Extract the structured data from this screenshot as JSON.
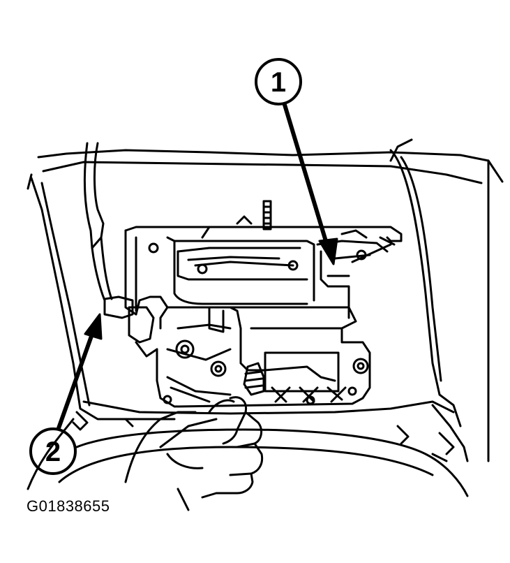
{
  "callouts": [
    {
      "label": "1"
    },
    {
      "label": "2"
    }
  ],
  "figure_id": "G01838655",
  "colors": {
    "ink": "#000000",
    "paper": "#ffffff"
  }
}
